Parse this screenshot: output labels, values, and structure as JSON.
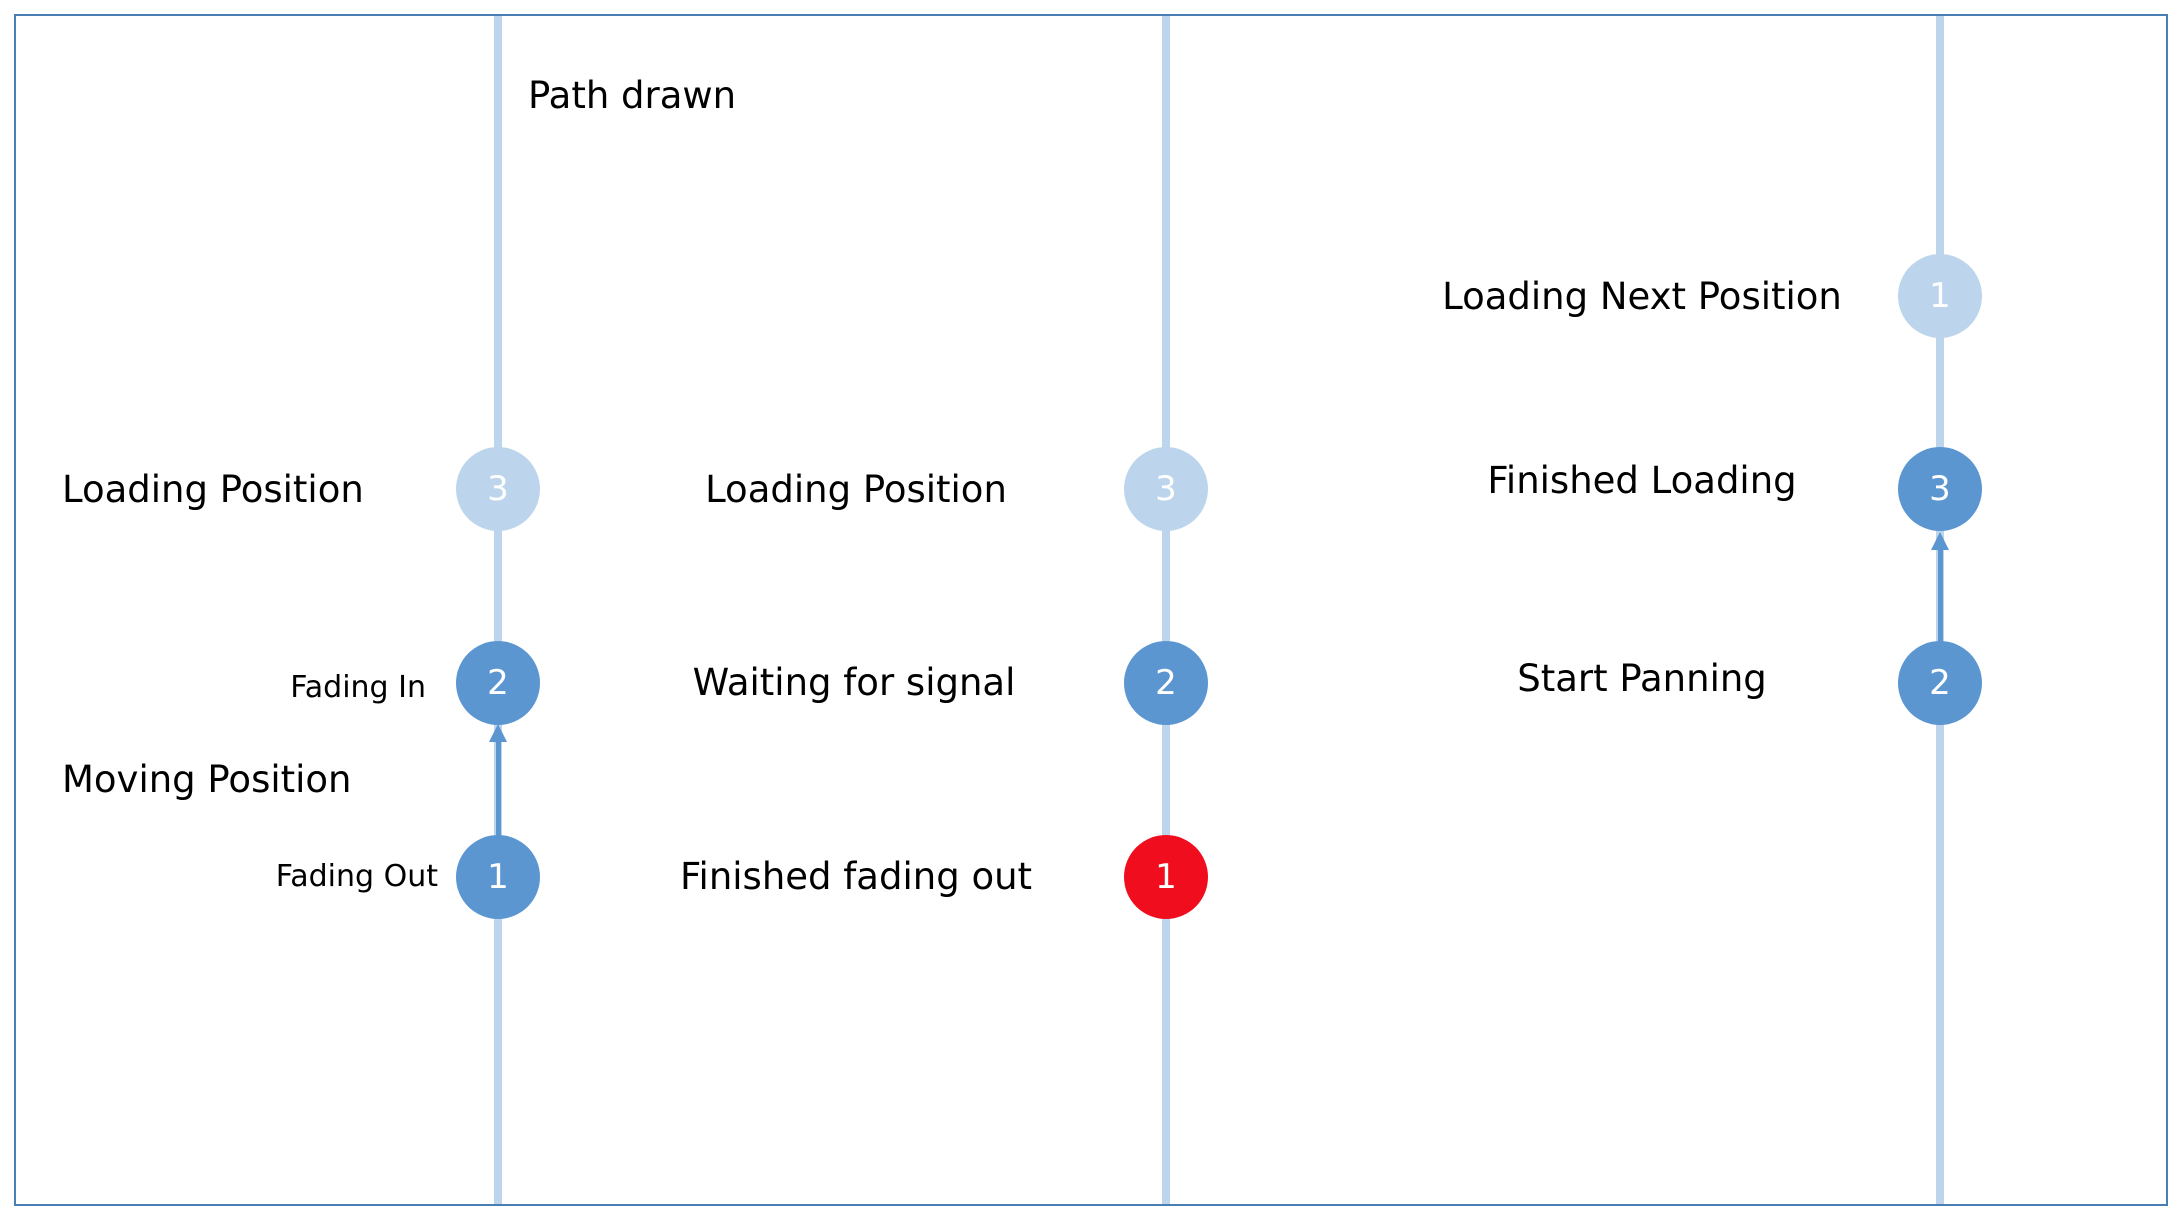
{
  "diagram": {
    "header_label": "Path drawn",
    "columns": [
      {
        "states": [
          {
            "number": "3",
            "status": "pending",
            "label": "Loading Position"
          },
          {
            "number": "2",
            "status": "active",
            "label": "Fading In"
          },
          {
            "number": "1",
            "status": "active",
            "label": "Fading Out"
          }
        ],
        "group_label": "Moving Position"
      },
      {
        "states": [
          {
            "number": "3",
            "status": "pending",
            "label": "Loading Position"
          },
          {
            "number": "2",
            "status": "active",
            "label": "Waiting for signal"
          },
          {
            "number": "1",
            "status": "alert",
            "label": "Finished fading out"
          }
        ]
      },
      {
        "states": [
          {
            "number": "1",
            "status": "pending",
            "label": "Loading Next Position"
          },
          {
            "number": "3",
            "status": "active",
            "label": "Finished Loading"
          },
          {
            "number": "2",
            "status": "active",
            "label": "Start Panning"
          }
        ]
      }
    ],
    "colors": {
      "track": "#bcd5ec",
      "active_node": "#5b96d1",
      "pending_node": "#bcd5ec",
      "alert_node": "#f00e1e",
      "frame_border": "#4a7fb5"
    }
  }
}
